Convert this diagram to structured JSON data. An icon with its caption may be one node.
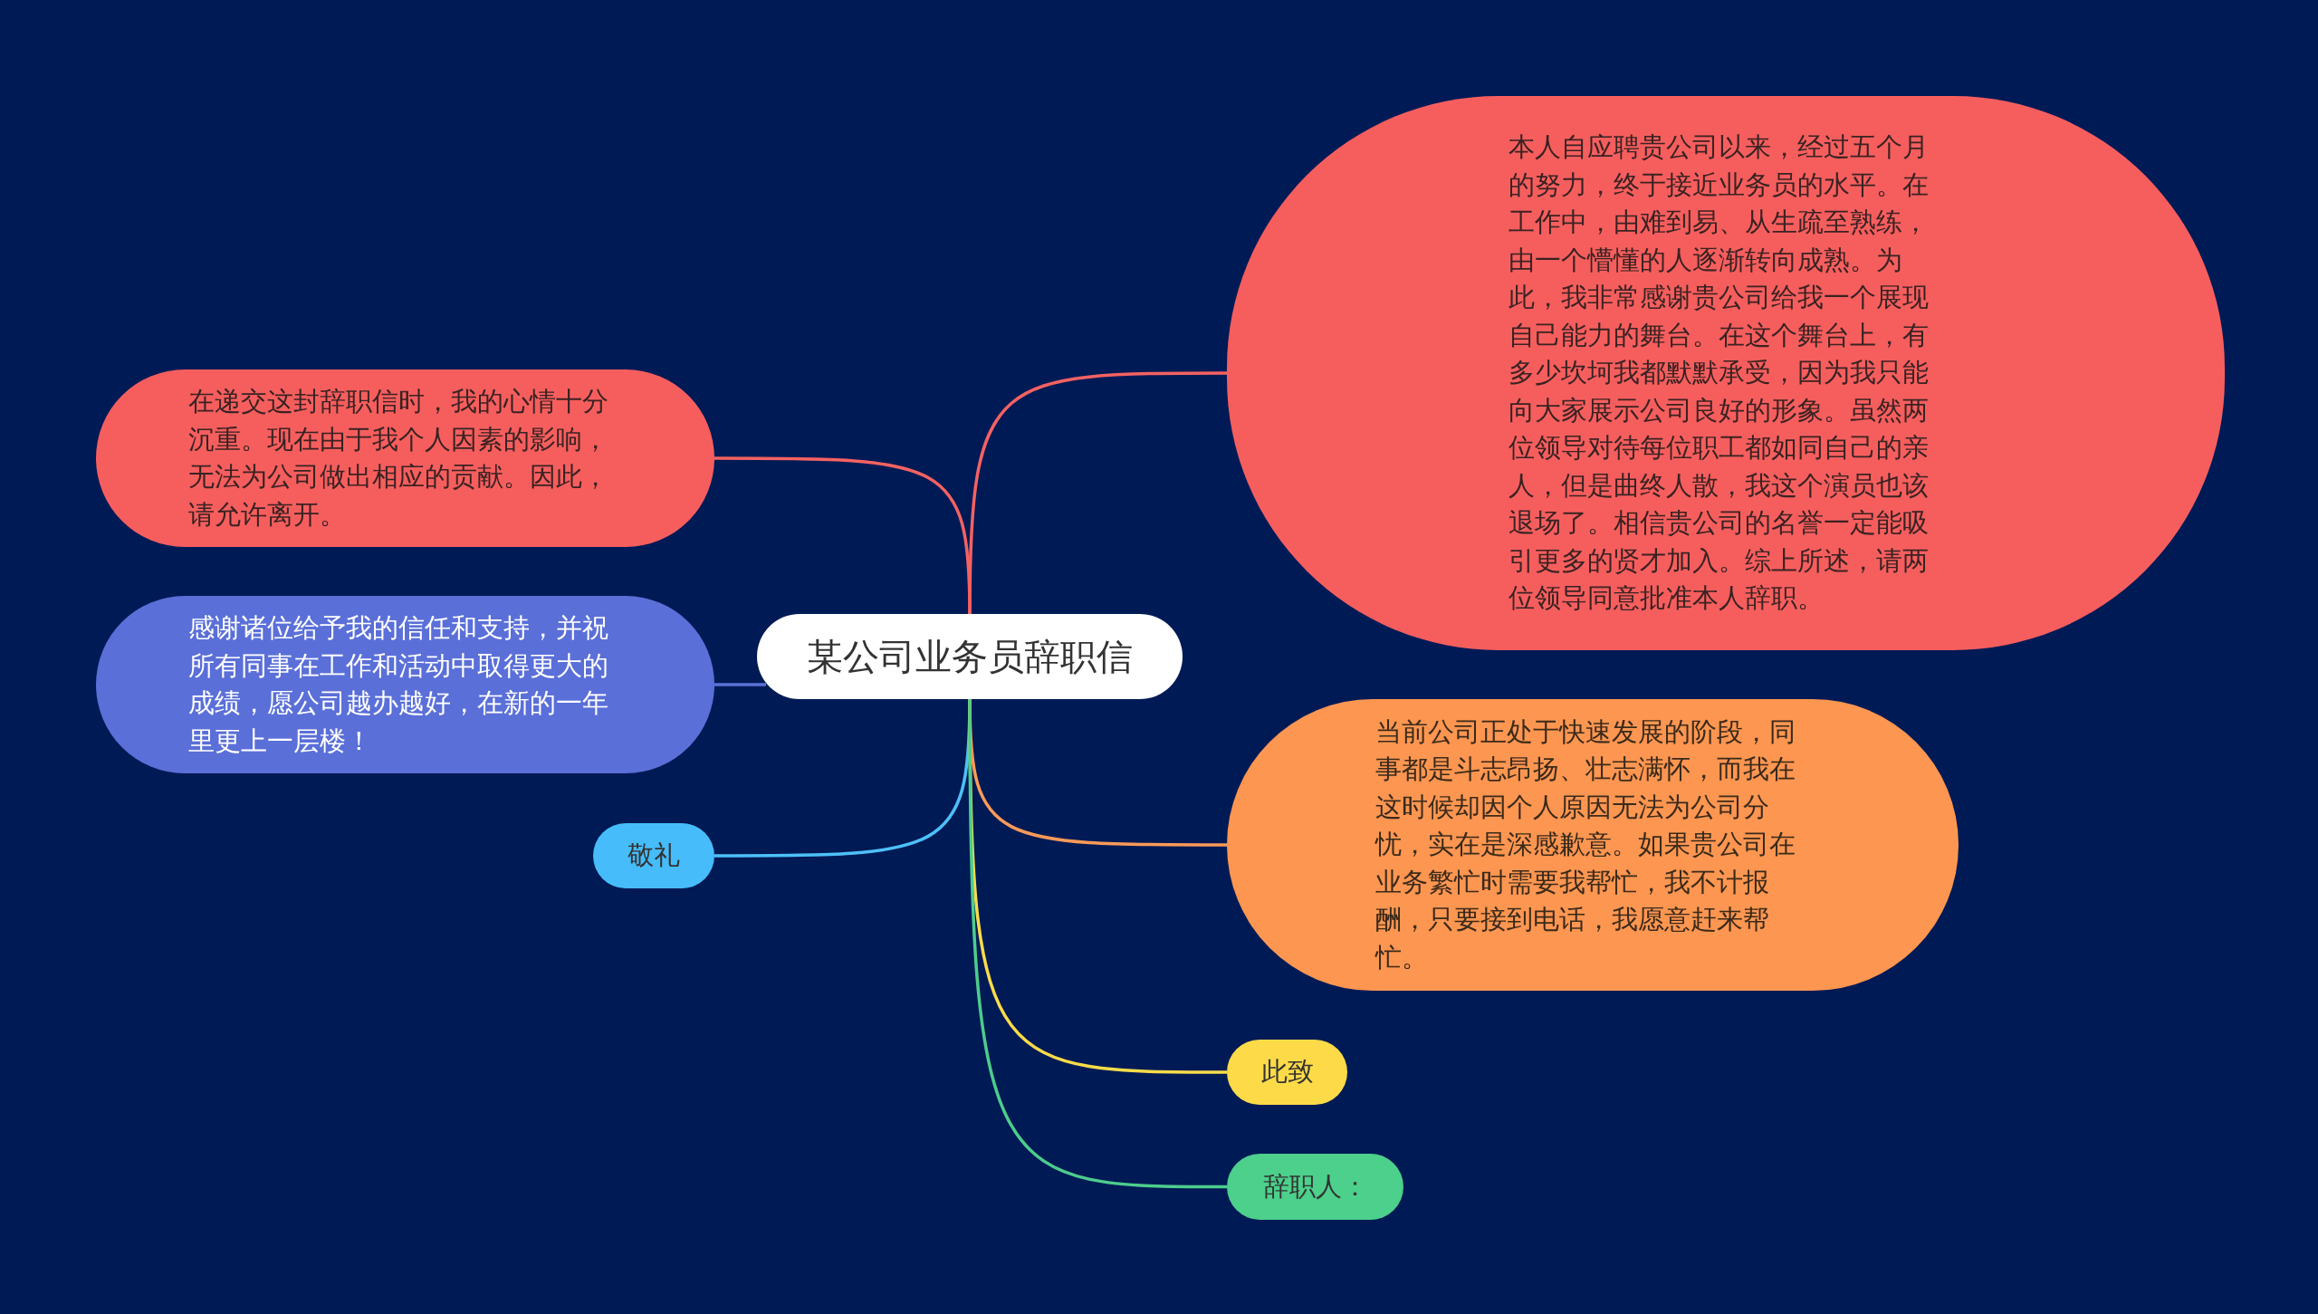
{
  "diagram": {
    "nodes": [
      {
        "text": [
          "某公司业务员辞职信"
        ]
      },
      {
        "text": [
          "在递交这封辞职信时，我的心情十分沉重。现在由于我个人因素的影响，无法为公司做出相应的贡献。因此，请允许离开。"
        ]
      },
      {
        "text": [
          "感谢诸位给予我的信任和支持，并祝所有同事在工作和活动中取得更大的成绩，愿公司越办越好，在新的一年里更上一层楼！"
        ]
      },
      {
        "text": [
          "敬礼"
        ]
      },
      {
        "text": [
          "本人自应聘贵公司以来，经过五个月的努力，终于接近业务员的水平。在工作中，由难到易、从生疏至熟练，由一个懵懂的人逐渐转向成熟。为此，我非常感谢贵公司给我一个展现自己能力的舞台。在这个舞台上，有多少坎坷我都默默承受，因为我只能向大家展示公司良好的形象。虽然两位领导对待每位职工都如同自己的亲人，但是曲终人散，我这个演员也该退场了。相信贵公司的名誉一定能吸引更多的贤才加入。综上所述，请两位领导同意批准本人辞职。"
        ]
      },
      {
        "text": [
          "当前公司正处于快速发展的阶段，同事都是斗志昂扬、壮志满怀，而我在这时候却因个人原因无法为公司分忧，实在是深感歉意。如果贵公司在业务繁忙时需要我帮忙，我不计报酬，只要接到电话，我愿意赶来帮忙。"
        ]
      },
      {
        "text": [
          "此致"
        ]
      },
      {
        "text": [
          "辞职人："
        ]
      }
    ],
    "edges": [
      {
        "from": 0,
        "to": 1,
        "arrow": "none",
        "color": "#f46262"
      },
      {
        "from": 0,
        "to": 2,
        "arrow": "none",
        "color": "#5b70d9"
      },
      {
        "from": 0,
        "to": 3,
        "arrow": "none",
        "color": "#4ec0f8"
      },
      {
        "from": 0,
        "to": 4,
        "arrow": "none",
        "color": "#f46262"
      },
      {
        "from": 0,
        "to": 5,
        "arrow": "none",
        "color": "#fb9a58"
      },
      {
        "from": 0,
        "to": 6,
        "arrow": "none",
        "color": "#f9dc4a"
      },
      {
        "from": 0,
        "to": 7,
        "arrow": "none",
        "color": "#4ccd8c"
      }
    ]
  }
}
